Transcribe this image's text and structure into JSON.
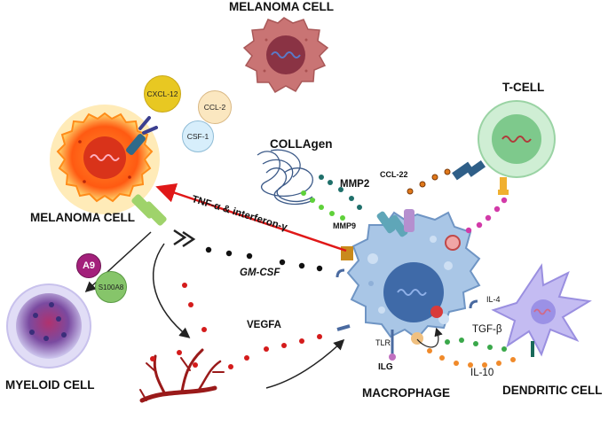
{
  "labels": {
    "melanoma_top": "MELANOMA CELL",
    "melanoma_left": "MELANOMA CELL",
    "myeloid": "MYELOID CELL",
    "macrophage": "MACROPHAGE",
    "t_cell": "T-CELL",
    "dendritic": "DENDRITIC CELL",
    "collagen": "COLLAgen",
    "mmp2": "MMP2",
    "mmp9": "MMP9",
    "ccl22": "CCL-22",
    "tnf": "TNF-α &  interferon-γ",
    "gmcsf": "GM-CSF",
    "vegfa": "VEGFA",
    "tlr": "TLR",
    "ilg": "ILG",
    "il4": "IL-4",
    "tgfb": "TGF-β",
    "il10": "IL-10"
  },
  "cytokines": {
    "cxcl12": "CXCL-12",
    "ccl2": "CCL-2",
    "csf1": "CSF-1",
    "a9": "A9",
    "s100a8": "S100A8"
  },
  "colors": {
    "melanoma_top": "#c86e6e",
    "melanoma_left": "#ff6a1a",
    "macrophage": "#a9c6e6",
    "nucleus": "#3f6aa8",
    "tcell": "#a9dcb0",
    "dendritic": "#b8b0ee",
    "myeloid": "#c9c3ec",
    "tnf_arrow": "#e01818",
    "cxcl12": "#e8c822",
    "ccl2": "#fbe7c0",
    "csf1": "#d7eefb",
    "a9": "#a3207b",
    "s100a8": "#86c56a"
  }
}
